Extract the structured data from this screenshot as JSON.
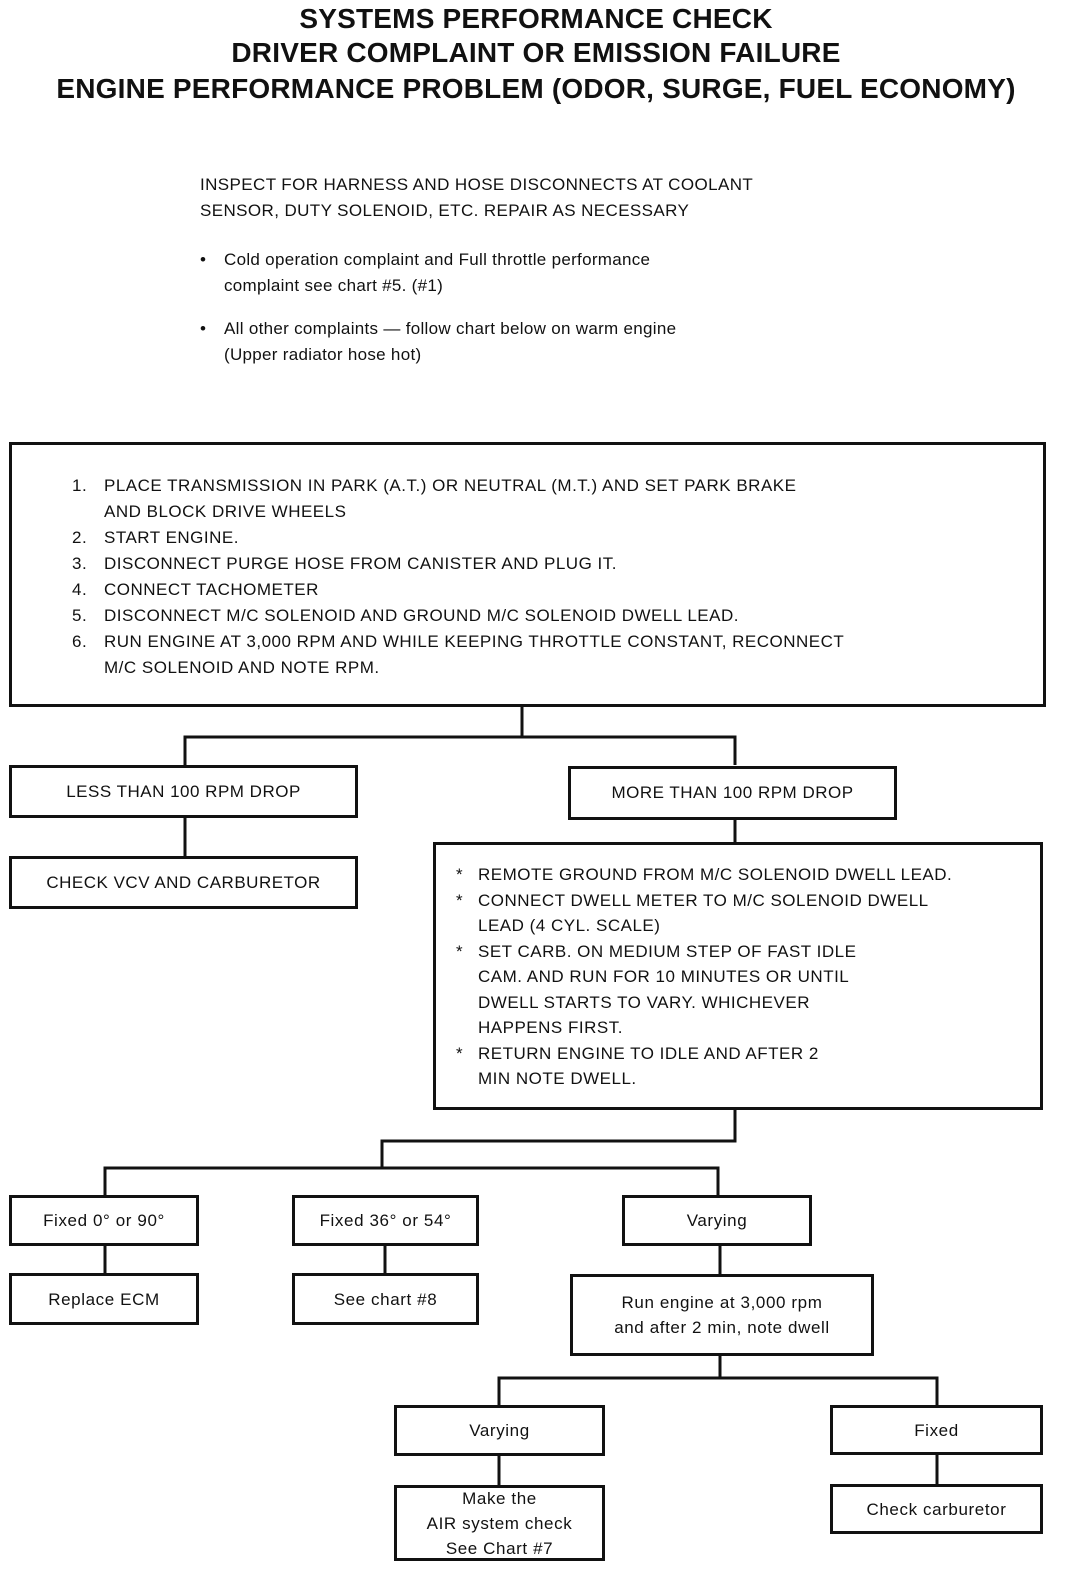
{
  "title": {
    "line1": "SYSTEMS PERFORMANCE CHECK",
    "line2": "DRIVER COMPLAINT OR EMISSION FAILURE",
    "line3": "ENGINE PERFORMANCE PROBLEM (ODOR, SURGE, FUEL ECONOMY)"
  },
  "intro": {
    "line1": "INSPECT FOR HARNESS AND HOSE DISCONNECTS AT COOLANT",
    "line2": "SENSOR, DUTY SOLENOID, ETC. REPAIR AS NECESSARY",
    "bullets": [
      {
        "line1": "Cold operation complaint and Full throttle performance",
        "line2": "complaint see chart #5. (#1)"
      },
      {
        "line1": "All other complaints — follow chart below on warm engine",
        "line2": "(Upper radiator hose hot)"
      }
    ],
    "bullet_symbol": "•"
  },
  "steps": [
    {
      "num": "1.",
      "line1": "PLACE TRANSMISSION IN PARK (A.T.) OR NEUTRAL (M.T.) AND SET PARK BRAKE",
      "line2": "AND BLOCK DRIVE WHEELS"
    },
    {
      "num": "2.",
      "line1": "START ENGINE.",
      "line2": ""
    },
    {
      "num": "3.",
      "line1": "DISCONNECT PURGE HOSE FROM CANISTER AND PLUG IT.",
      "line2": ""
    },
    {
      "num": "4.",
      "line1": "CONNECT TACHOMETER",
      "line2": ""
    },
    {
      "num": "5.",
      "line1": "DISCONNECT M/C SOLENOID AND GROUND M/C SOLENOID DWELL LEAD.",
      "line2": ""
    },
    {
      "num": "6.",
      "line1": "RUN ENGINE AT 3,000 RPM AND WHILE KEEPING THROTTLE CONSTANT, RECONNECT",
      "line2": "M/C SOLENOID AND NOTE RPM."
    }
  ],
  "nodes": {
    "less_drop": "LESS THAN 100 RPM DROP",
    "more_drop": "MORE THAN 100 RPM DROP",
    "check_vcv": "CHECK VCV AND CARBURETOR",
    "fixed_0_90": "Fixed 0° or 90°",
    "fixed_36_54": "Fixed 36° or 54°",
    "varying_1": "Varying",
    "replace_ecm": "Replace ECM",
    "see_chart_8": "See chart #8",
    "run_engine_l1": "Run engine at 3,000 rpm",
    "run_engine_l2": "and after 2 min, note dwell",
    "varying_2": "Varying",
    "fixed": "Fixed",
    "air_l1": "Make the",
    "air_l2": "AIR system check",
    "air_l3": "See Chart #7",
    "check_carb": "Check carburetor"
  },
  "remote_box": {
    "bullet_symbol": "*",
    "items": [
      [
        "REMOTE GROUND FROM M/C SOLENOID DWELL LEAD."
      ],
      [
        "CONNECT DWELL METER TO M/C SOLENOID DWELL",
        "LEAD (4 CYL. SCALE)"
      ],
      [
        "SET CARB. ON MEDIUM STEP OF FAST IDLE",
        "CAM. AND RUN FOR 10 MINUTES OR UNTIL",
        "DWELL STARTS TO VARY. WHICHEVER",
        "HAPPENS FIRST."
      ],
      [
        "RETURN ENGINE TO IDLE AND AFTER 2",
        "MIN NOTE DWELL."
      ]
    ]
  }
}
